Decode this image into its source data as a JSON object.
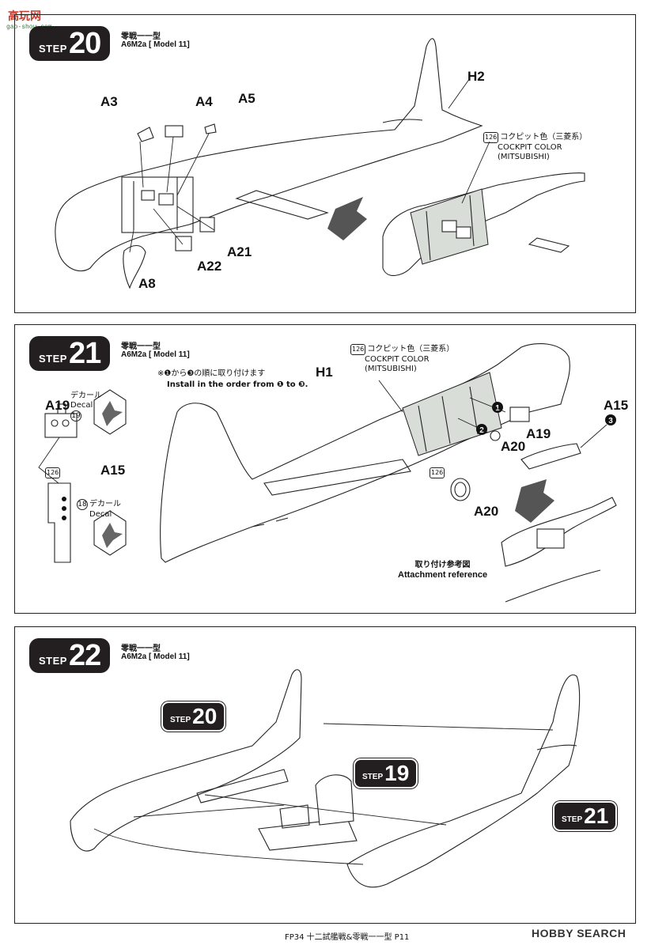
{
  "watermark": {
    "title": "高玩网",
    "sub": "gao-shou.com"
  },
  "steps": [
    {
      "step_label": "STEP",
      "step_number": "20",
      "model_jp": "零戦一一型",
      "model_en": "A6M2a [ Model 11]",
      "parts": [
        "A3",
        "A4",
        "A5",
        "A21",
        "A22",
        "A8",
        "H2"
      ],
      "color_code": "126",
      "color_jp": "コクピット色（三菱系）",
      "color_en_1": "COCKPIT COLOR",
      "color_en_2": "(MITSUBISHI)"
    },
    {
      "step_label": "STEP",
      "step_number": "21",
      "model_jp": "零戦一一型",
      "model_en": "A6M2a [ Model 11]",
      "instr_jp": "※❶から❸の順に取り付けます",
      "instr_en": "Install in the order from ❶ to ❸.",
      "decal_jp": "デカール",
      "decal_en": "Decal",
      "decal_19": "19",
      "decal_18": "18",
      "parts": [
        "A19",
        "A15",
        "H1",
        "A19",
        "A20",
        "A15",
        "A20"
      ],
      "order": [
        "1",
        "2",
        "3"
      ],
      "color_code": "126",
      "color_jp": "コクピット色（三菱系）",
      "color_en_1": "COCKPIT COLOR",
      "color_en_2": "(MITSUBISHI)",
      "ref_jp": "取り付け参考図",
      "ref_en": "Attachment reference"
    },
    {
      "step_label": "STEP",
      "step_number": "22",
      "model_jp": "零戦一一型",
      "model_en": "A6M2a [ Model 11]",
      "sub_steps": [
        {
          "label": "STEP",
          "number": "20"
        },
        {
          "label": "STEP",
          "number": "19"
        },
        {
          "label": "STEP",
          "number": "21"
        }
      ]
    }
  ],
  "footer": {
    "text": "FP34 十二試艦戦&零戦一一型 P11",
    "brand": "HOBBY SEARCH"
  }
}
